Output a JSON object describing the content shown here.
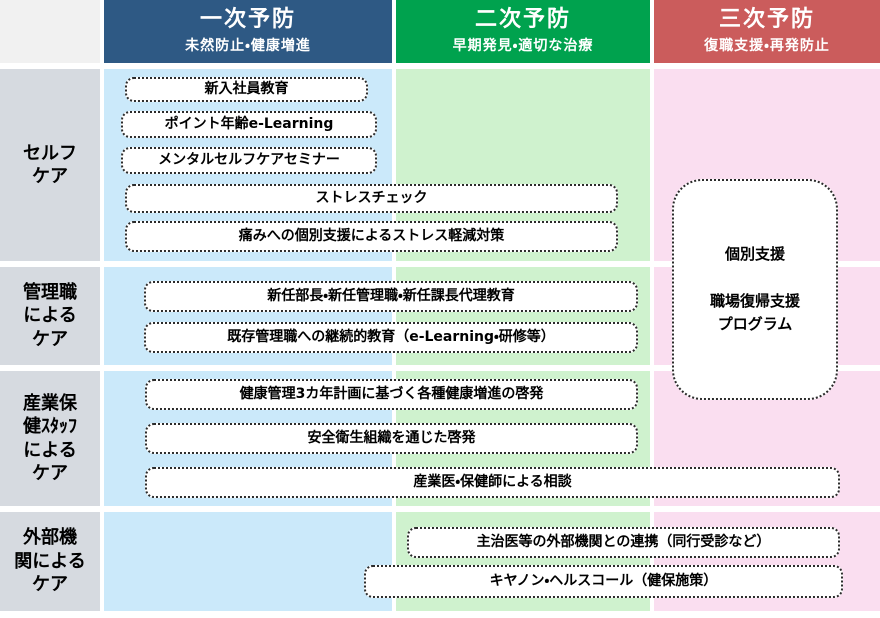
{
  "colors": {
    "primary_header": "#2E5984",
    "secondary_header": "#00A24E",
    "tertiary_header": "#CB5C5C",
    "primary_body": "#CBE9FA",
    "secondary_body": "#CFF2CE",
    "tertiary_body": "#FADEF0",
    "row_label_bg": "#D6DAE0",
    "corner_bg": "#F1F1F1",
    "box_bg": "#FFFFFF",
    "box_border": "#2B2B2B"
  },
  "columns": [
    {
      "title": "一次予防",
      "subtitle": "未然防止・健康増進"
    },
    {
      "title": "二次予防",
      "subtitle": "早期発見・適切な治療"
    },
    {
      "title": "三次予防",
      "subtitle": "復職支援・再発防止"
    }
  ],
  "rows": [
    {
      "label": "セルフ\nケア",
      "boxes": [
        {
          "label": "新入社員教育"
        },
        {
          "label": "ポイント年齢e-Learning"
        },
        {
          "label": "メンタルセルフケアセミナー"
        },
        {
          "label": "ストレスチェック"
        },
        {
          "label": "痛みへの個別支援によるストレス軽減対策"
        }
      ]
    },
    {
      "label": "管理職\nによる\nケア",
      "boxes": [
        {
          "label": "新任部長・新任管理職・新任課長代理教育"
        },
        {
          "label": "既存管理職への継続的教育（e-Learning・研修等）"
        }
      ]
    },
    {
      "label": "産業保\n健ｽﾀｯﾌ\nによる\nケア",
      "boxes": [
        {
          "label": "健康管理3カ年計画に基づく各種健康増進の啓発"
        },
        {
          "label": "安全衛生組織を通じた啓発"
        },
        {
          "label": "産業医・保健師による相談"
        }
      ]
    },
    {
      "label": "外部機\n関による\nケア",
      "boxes": [
        {
          "label": "主治医等の外部機関との連携（同行受診など）"
        },
        {
          "label": "キヤノン・ヘルスコール（健保施策）"
        }
      ]
    }
  ],
  "tertiary_support_box": {
    "label": "個別支援\n\n職場復帰支援\nプログラム"
  }
}
